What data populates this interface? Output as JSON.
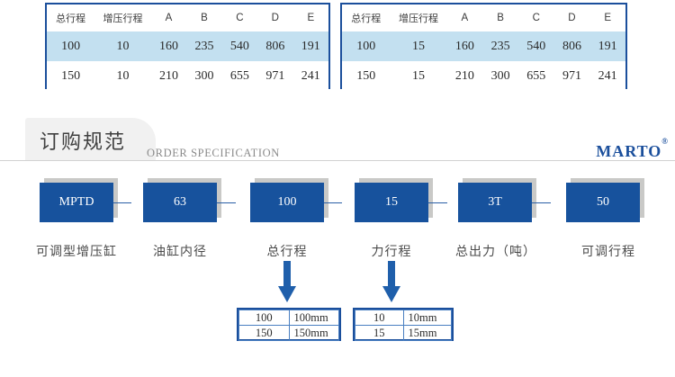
{
  "spec_tables": [
    {
      "name": "spec-table-1",
      "headers": [
        "总行程",
        "增压行程",
        "A",
        "B",
        "C",
        "D",
        "E"
      ],
      "rows": [
        {
          "highlight": true,
          "cells": [
            "100",
            "10",
            "160",
            "235",
            "540",
            "806",
            "191"
          ]
        },
        {
          "highlight": false,
          "cells": [
            "150",
            "10",
            "210",
            "300",
            "655",
            "971",
            "241"
          ]
        }
      ]
    },
    {
      "name": "spec-table-2",
      "headers": [
        "总行程",
        "增压行程",
        "A",
        "B",
        "C",
        "D",
        "E"
      ],
      "rows": [
        {
          "highlight": true,
          "cells": [
            "100",
            "15",
            "160",
            "235",
            "540",
            "806",
            "191"
          ]
        },
        {
          "highlight": false,
          "cells": [
            "150",
            "15",
            "210",
            "300",
            "655",
            "971",
            "241"
          ]
        }
      ]
    }
  ],
  "section": {
    "title_cn": "订购规范",
    "title_en": "ORDER SPECIFICATION",
    "brand": "MARTO",
    "brand_mark": "®"
  },
  "order_code": {
    "segments": [
      {
        "code": "MPTD",
        "label": "可调型增压缸"
      },
      {
        "code": "63",
        "label": "油缸内径"
      },
      {
        "code": "100",
        "label": "总行程"
      },
      {
        "code": "15",
        "label": "力行程"
      },
      {
        "code": "3T",
        "label": "总出力（吨）"
      },
      {
        "code": "50",
        "label": "可调行程"
      }
    ]
  },
  "mapping_tables": [
    {
      "name": "stroke-mapping",
      "rows": [
        {
          "value": "100",
          "unit": "100mm"
        },
        {
          "value": "150",
          "unit": "150mm"
        }
      ]
    },
    {
      "name": "force-stroke-mapping",
      "rows": [
        {
          "value": "10",
          "unit": "10mm"
        },
        {
          "value": "15",
          "unit": "15mm"
        }
      ]
    }
  ],
  "colors": {
    "brand_blue": "#17529d",
    "table_border": "#1b4f9c",
    "highlight_row": "#c3e0f0",
    "shadow_gray": "#c9c9c7",
    "label_gray": "#4a4a4a"
  }
}
